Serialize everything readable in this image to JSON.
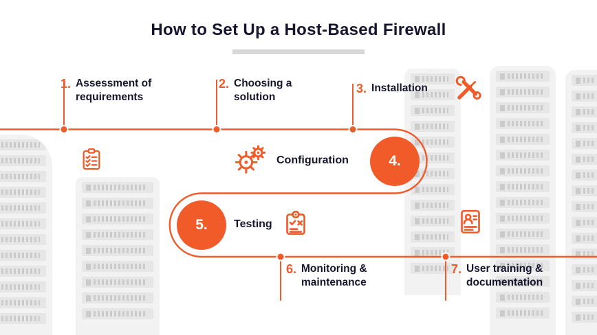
{
  "theme": {
    "accent": "#F15A29",
    "ink": "#15152F",
    "underline": "#D8D8D8"
  },
  "header": {
    "title": "How to Set Up a Host-Based Firewall"
  },
  "steps": [
    {
      "number": "1.",
      "label": "Assessment of requirements"
    },
    {
      "number": "2.",
      "label": "Choosing a solution"
    },
    {
      "number": "3.",
      "label": "Installation"
    },
    {
      "number": "4.",
      "label": "Configuration"
    },
    {
      "number": "5.",
      "label": "Testing"
    },
    {
      "number": "6.",
      "label": "Monitoring & maintenance"
    },
    {
      "number": "7.",
      "label": "User training & documentation"
    }
  ],
  "icons": {
    "assessment": "checklist-icon",
    "installation": "tools-icon",
    "configuration": "gears-icon",
    "testing": "test-report-icon",
    "training": "resume-icon"
  }
}
